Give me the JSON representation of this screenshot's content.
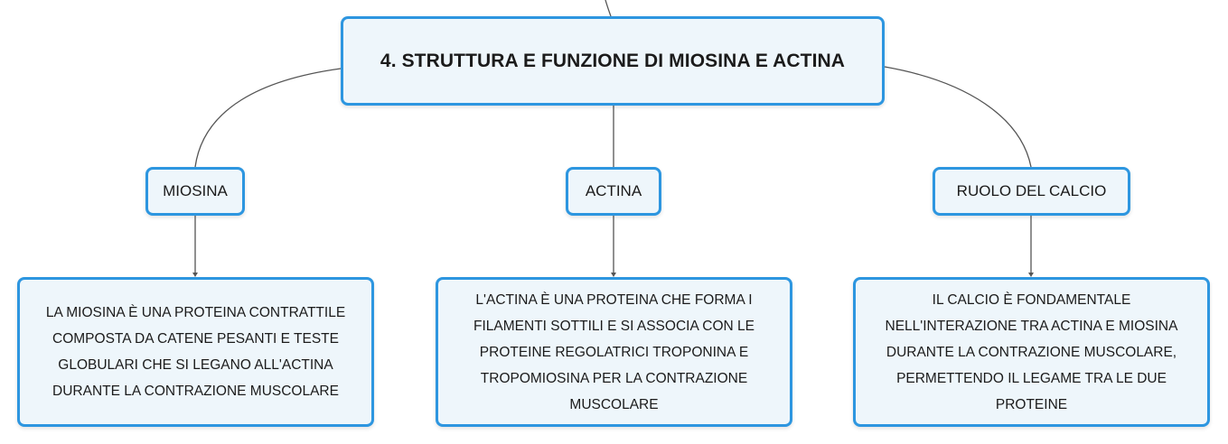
{
  "colors": {
    "node_border": "#2d96e0",
    "node_fill": "#eef6fb",
    "connector": "#555555",
    "text": "#1b1b1b"
  },
  "root": {
    "title": "4. STRUTTURA E FUNZIONE DI MIOSINA E ACTINA"
  },
  "branches": [
    {
      "label": "MIOSINA",
      "description": "LA MIOSINA È UNA PROTEINA CONTRATTILE COMPOSTA DA CATENE PESANTI E TESTE GLOBULARI CHE SI LEGANO ALL'ACTINA DURANTE LA CONTRAZIONE MUSCOLARE"
    },
    {
      "label": "ACTINA",
      "description": "L'ACTINA È UNA PROTEINA CHE FORMA I FILAMENTI SOTTILI E SI ASSOCIA CON LE PROTEINE REGOLATRICI TROPONINA E TROPOMIOSINA PER LA CONTRAZIONE MUSCOLARE"
    },
    {
      "label": "RUOLO DEL CALCIO",
      "description": "IL CALCIO È FONDAMENTALE NELL'INTERAZIONE TRA ACTINA E MIOSINA DURANTE LA CONTRAZIONE MUSCOLARE, PERMETTENDO IL LEGAME TRA LE DUE PROTEINE"
    }
  ]
}
